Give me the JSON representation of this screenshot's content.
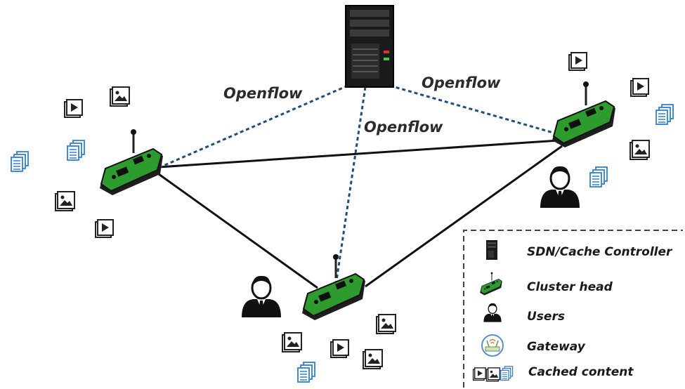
{
  "links": {
    "openflow_left": "Openflow",
    "openflow_center": "Openflow",
    "openflow_right": "Openflow"
  },
  "legend": {
    "items": [
      {
        "icon": "server-icon",
        "label": "SDN/Cache Controller"
      },
      {
        "icon": "cluster-head-icon",
        "label": "Cluster head"
      },
      {
        "icon": "user-icon",
        "label": "Users"
      },
      {
        "icon": "gateway-icon",
        "label": "Gateway"
      },
      {
        "icon": "cached-content-icon",
        "label": "Cached content"
      }
    ]
  },
  "colors": {
    "openflow_link": "#1f4e79",
    "physical_link": "#111111",
    "cluster_head_green": "#2e8b2e",
    "document_blue": "#2f7fcf"
  }
}
